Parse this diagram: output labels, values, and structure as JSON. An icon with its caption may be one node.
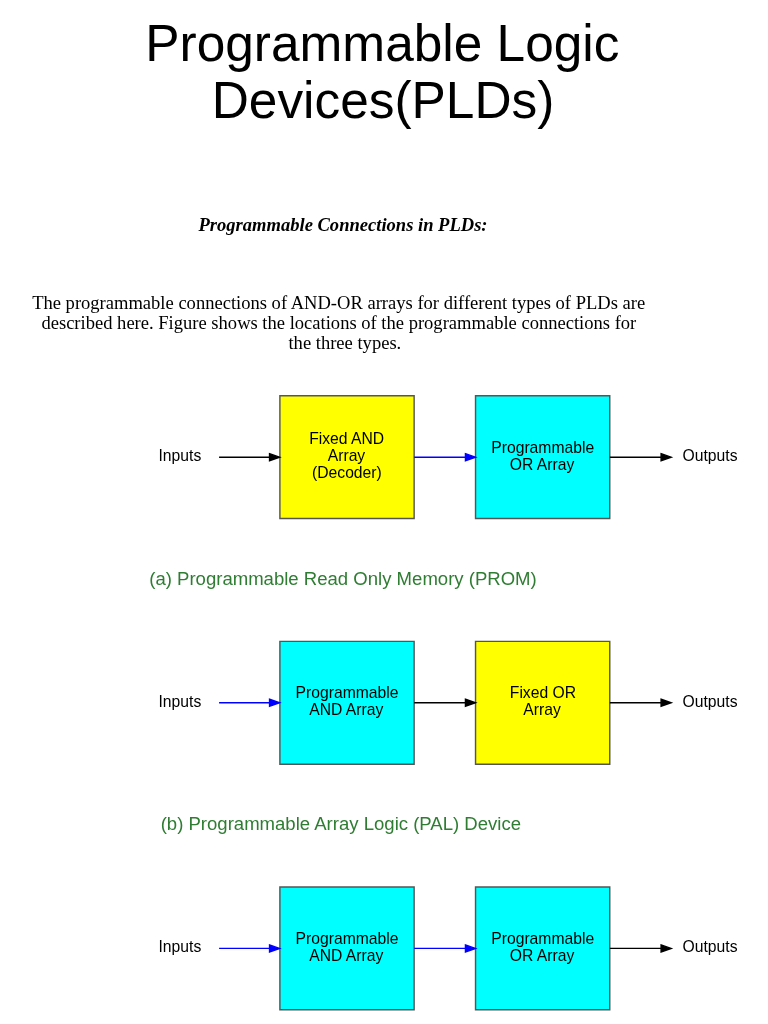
{
  "diagram": {
    "title": "Programmable Logic Devices(PLDs)",
    "nodes": [
      {
        "text": [
          "Inputs"
        ]
      },
      {
        "text": [
          "Fixed AND Array (Decoder)"
        ]
      },
      {
        "text": [
          "Programmable OR Array"
        ]
      },
      {
        "text": [
          "Outputs"
        ]
      },
      {
        "text": [
          "Inputs"
        ]
      },
      {
        "text": [
          "Programmable AND Array"
        ]
      },
      {
        "text": [
          "Fixed OR Array"
        ]
      },
      {
        "text": [
          "Outputs"
        ]
      },
      {
        "text": [
          "Inputs"
        ]
      },
      {
        "text": [
          "Programmable AND Array"
        ]
      },
      {
        "text": [
          "Programmable OR Array"
        ]
      },
      {
        "text": [
          "Outputs"
        ]
      }
    ],
    "edges": [
      {
        "from": 0,
        "to": 1,
        "arrow": "to"
      },
      {
        "from": 1,
        "to": 2,
        "arrow": "to",
        "color": "#0000ff"
      },
      {
        "from": 2,
        "to": 3,
        "arrow": "to"
      },
      {
        "from": 4,
        "to": 5,
        "arrow": "to",
        "color": "#0000ff"
      },
      {
        "from": 5,
        "to": 6,
        "arrow": "to"
      },
      {
        "from": 6,
        "to": 7,
        "arrow": "to"
      },
      {
        "from": 8,
        "to": 9,
        "arrow": "to",
        "color": "#0000ff"
      },
      {
        "from": 9,
        "to": 10,
        "arrow": "to",
        "color": "#0000ff"
      },
      {
        "from": 10,
        "to": 11,
        "arrow": "to"
      }
    ],
    "labels": [
      "Programmable Connections in PLDs:",
      "The programmable connections of AND-OR arrays for different types of PLDs are described here. Figure shows the locations of the programmable connections for the three types.",
      "(a) Programmable Read Only Memory (PROM)",
      "(b) Programmable Array Logic (PAL) Device"
    ]
  }
}
